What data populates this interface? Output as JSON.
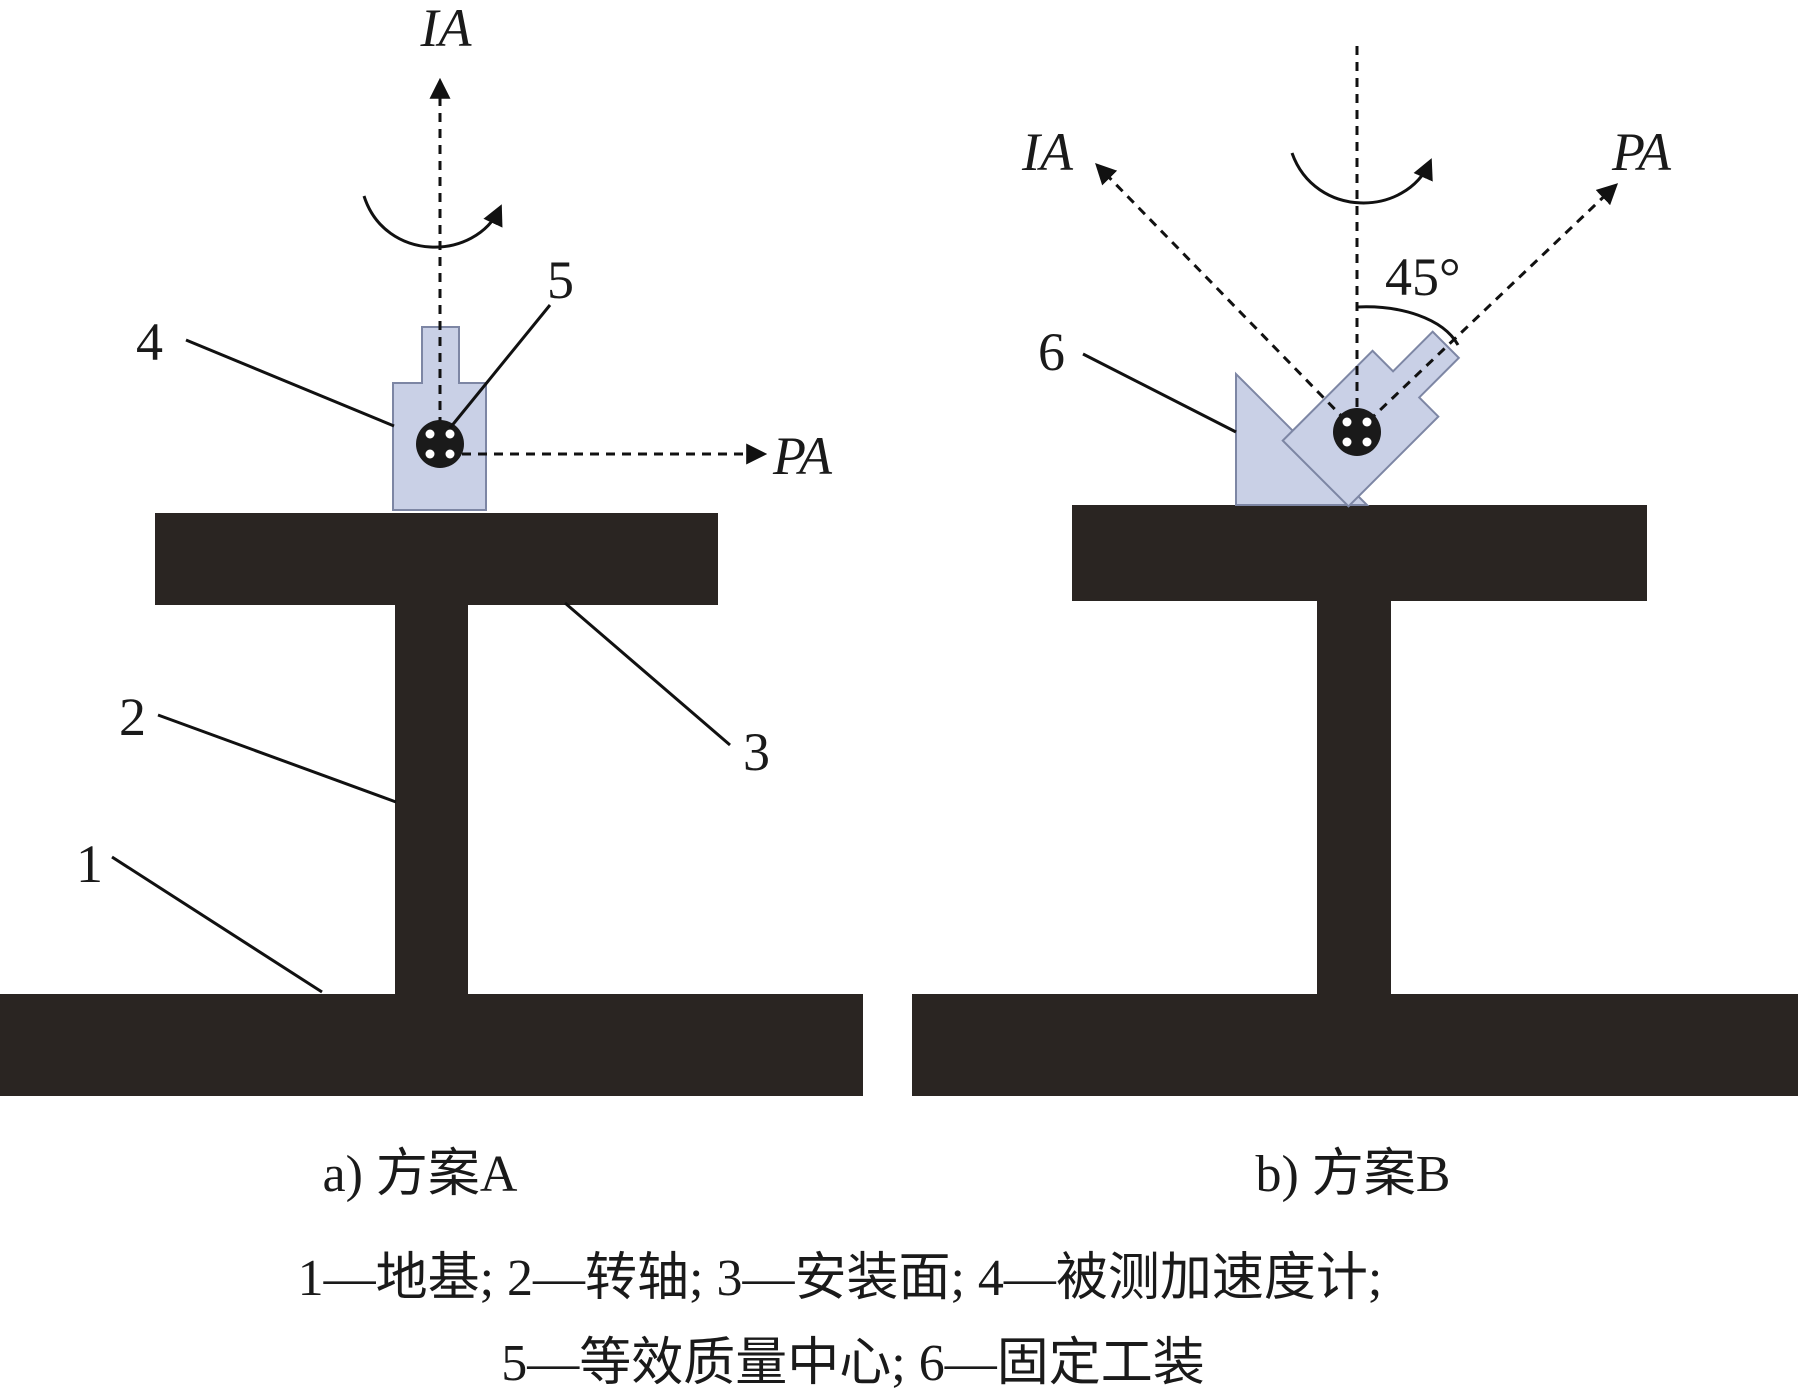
{
  "labels": {
    "axis_ia": "IA",
    "axis_pa": "PA",
    "angle": "45°",
    "n1": "1",
    "n2": "2",
    "n3": "3",
    "n4": "4",
    "n5": "5",
    "n6": "6"
  },
  "captions": {
    "a": "a) 方案A",
    "b": "b) 方案B"
  },
  "legend": {
    "line1": "1—地基; 2—转轴; 3—安装面; 4—被测加速度计;",
    "line2": "5—等效质量中心; 6—固定工装"
  }
}
